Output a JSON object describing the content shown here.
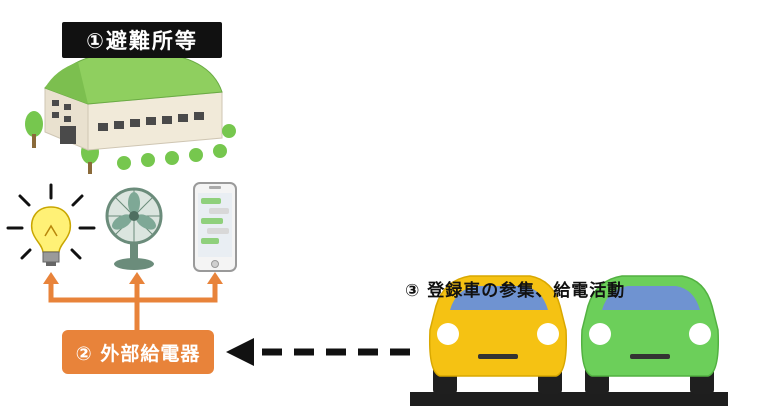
{
  "shelter": {
    "label": "①避難所等"
  },
  "devices": {
    "items": [
      "light-bulb",
      "electric-fan",
      "smartphone"
    ]
  },
  "charger": {
    "label": "② 外部給電器"
  },
  "vehicles": {
    "caption": "③ 登録車の参集、給電活動"
  },
  "colors": {
    "supply_line": "#e8833a",
    "yellow_car": "#f5c213",
    "green_car": "#6ccf5a",
    "windshield": "#6f93d1",
    "roof": "#8fcf5f",
    "tree": "#76c74e",
    "arrow": "#111111"
  }
}
